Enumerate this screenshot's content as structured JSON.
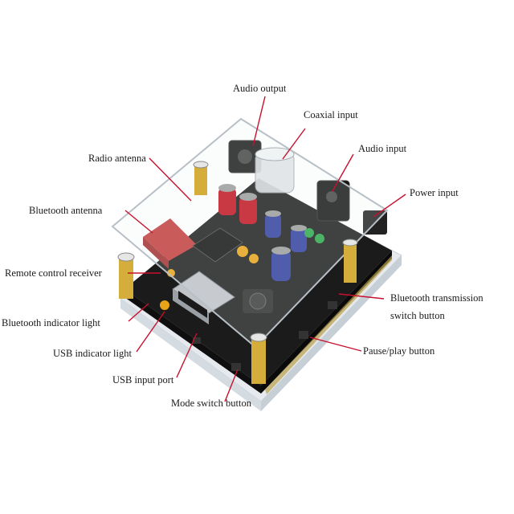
{
  "labels": {
    "audio_output": "Audio output",
    "coaxial_input": "Coaxial input",
    "audio_input": "Audio input",
    "radio_antenna": "Radio antenna",
    "power_input": "Power input",
    "bluetooth_antenna": "Bluetooth antenna",
    "remote_control_receiver": "Remote control receiver",
    "bluetooth_transmission_line1": "Bluetooth transmission",
    "bluetooth_transmission_line2": "switch button",
    "bluetooth_indicator_light": "Bluetooth indicator light",
    "usb_indicator_light": "USB indicator light",
    "pause_play_button": "Pause/play button",
    "usb_input_port": "USB input port",
    "mode_switch_button": "Mode switch button"
  },
  "colors": {
    "leader_line": "#c8102e",
    "pcb": "#1b1b1b",
    "acrylic": "#e9edf0",
    "capacitor_red": "#c1121f",
    "capacitor_blue": "#2f3e9e",
    "film_cap_red": "#c23b3b",
    "cap_yellow": "#e8a317",
    "led_green": "#2aa84a"
  }
}
